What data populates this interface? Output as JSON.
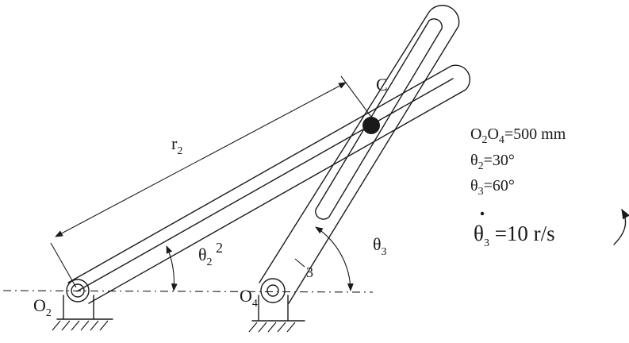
{
  "labels": {
    "point_c": "C",
    "r2_base": "r",
    "r2_sub": "2",
    "o2_base": "O",
    "o2_sub": "2",
    "o4_base": "O",
    "o4_sub": "4",
    "theta2_base": "θ",
    "theta2_sub": "2",
    "link2_number": "2",
    "theta3_base": "θ",
    "theta3_sub": "3",
    "link3_number": "3"
  },
  "given": {
    "o2o4_p1": "O",
    "o2o4_s1": "2",
    "o2o4_p2": "O",
    "o2o4_s2": "4",
    "o2o4_value": "=500 mm",
    "theta2_base": "θ",
    "theta2_sub": "2",
    "theta2_value": "=30°",
    "theta3_base": "θ",
    "theta3_sub": "3",
    "theta3_value": "=60°",
    "rate_base": "θ",
    "rate_sub": "3",
    "rate_value": " =10 r/s"
  },
  "colors": {
    "ink": "#1a1a1a",
    "paper": "#ffffff"
  }
}
